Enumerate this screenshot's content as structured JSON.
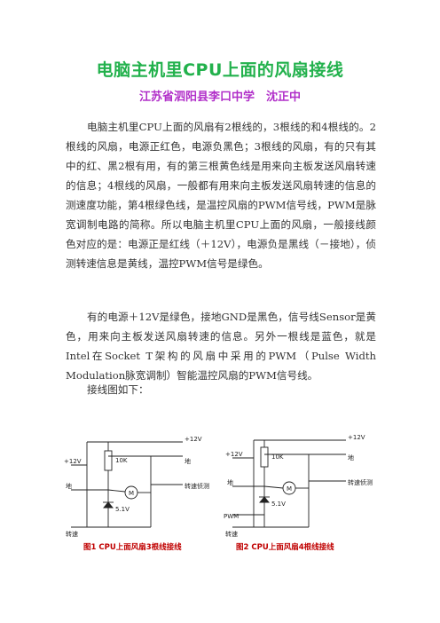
{
  "title": "电脑主机里CPU上面的风扇接线",
  "author": "江苏省泗阳县李口中学　沈正中",
  "paragraphs": [
    "电脑主机里CPU上面的风扇有2根线的，3根线的和4根线的。2根线的风扇，电源正红色，电源负黑色；3根线的风扇，有的只有其中的红、黑2根有用，有的第三根黄色线是用来向主板发送风扇转速的信息；4根线的风扇，一般都有用来向主板发送风扇转速的信息的测速度功能，第4根绿色线，是温控风扇的PWM信号线，PWM是脉宽调制电路的简称。所以电脑主机里CPU上面的风扇，一般接线颜色对应的是：电源正是红线（＋12V），电源负是黑线（－接地），侦测转速信息是黄线，温控PWM信号是绿色。",
    "有的电源＋12V是绿色，接地GND是黑色，信号线Sensor是黄色，用来向主板发送风扇转速的信息。另外一根线是蓝色，就是Intel在Socket T架构的风扇中采用的PWM（Pulse Width Modulation脉宽调制）智能温控风扇的PWM信号线。",
    "接线图如下："
  ],
  "diagram1": {
    "plus12_top": "+12V",
    "plus12_left": "+12V",
    "resistor": "10K",
    "ground_right": "地",
    "ground_left": "地",
    "motor": "M",
    "speed_detect": "转速侦测",
    "zener": "5.1V",
    "speed": "转速"
  },
  "diagram2": {
    "plus12_top": "+12V",
    "plus12_left": "+12V",
    "resistor": "10K",
    "ground_right": "地",
    "ground_left": "地",
    "motor": "M",
    "speed_detect": "转速侦测",
    "zener": "5.1V",
    "pwm": "PWM",
    "speed": "转速"
  },
  "captions": {
    "fig1": "图1  CPU上面风扇3根线接线",
    "fig2": "图2  CPU上面风扇4根线接线"
  },
  "colors": {
    "title": "#22b14c",
    "author": "#b12fc9",
    "caption": "#c00000"
  }
}
